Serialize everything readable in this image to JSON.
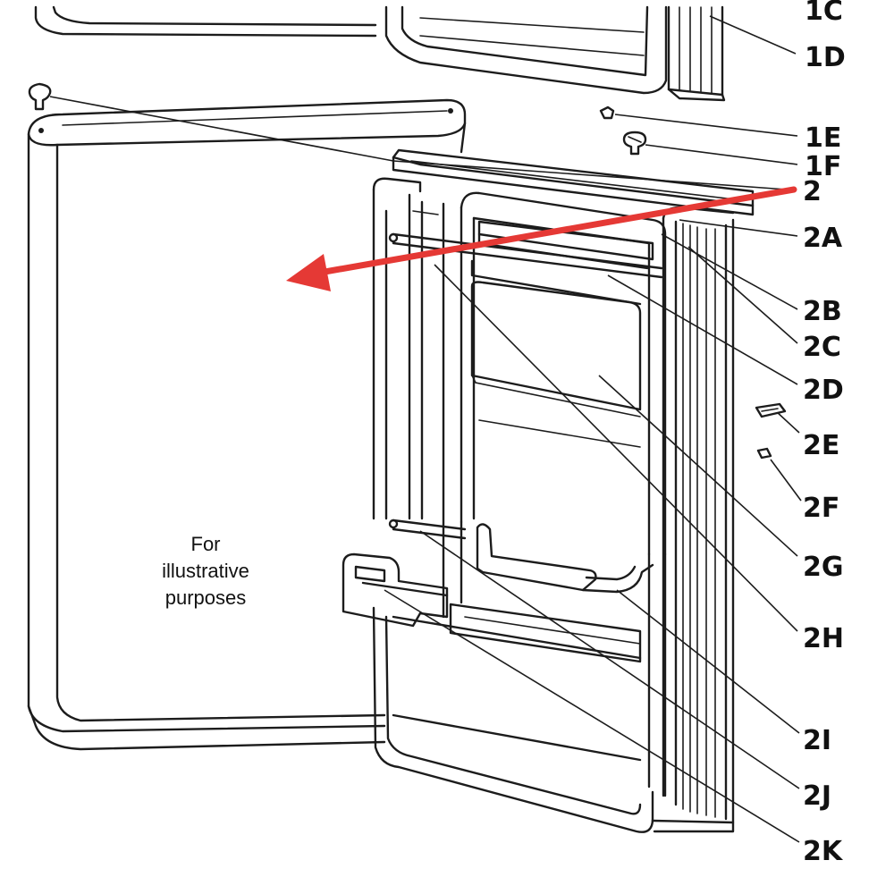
{
  "note": {
    "line1": "For",
    "line2": "illustrative",
    "line3": "purposes"
  },
  "callouts": {
    "c1C": "1C",
    "c1D": "1D",
    "c1E": "1E",
    "c1F": "1F",
    "c2": "2",
    "c2A": "2A",
    "c2B": "2B",
    "c2C": "2C",
    "c2D": "2D",
    "c2E": "2E",
    "c2F": "2F",
    "c2G": "2G",
    "c2H": "2H",
    "c2I": "2I",
    "c2J": "2J",
    "c2K": "2K"
  },
  "colors": {
    "line": "#1c1c1c",
    "highlight_arrow": "#e53935",
    "background": "#ffffff"
  },
  "icons": {
    "pointer": "red-arrow-icon"
  }
}
